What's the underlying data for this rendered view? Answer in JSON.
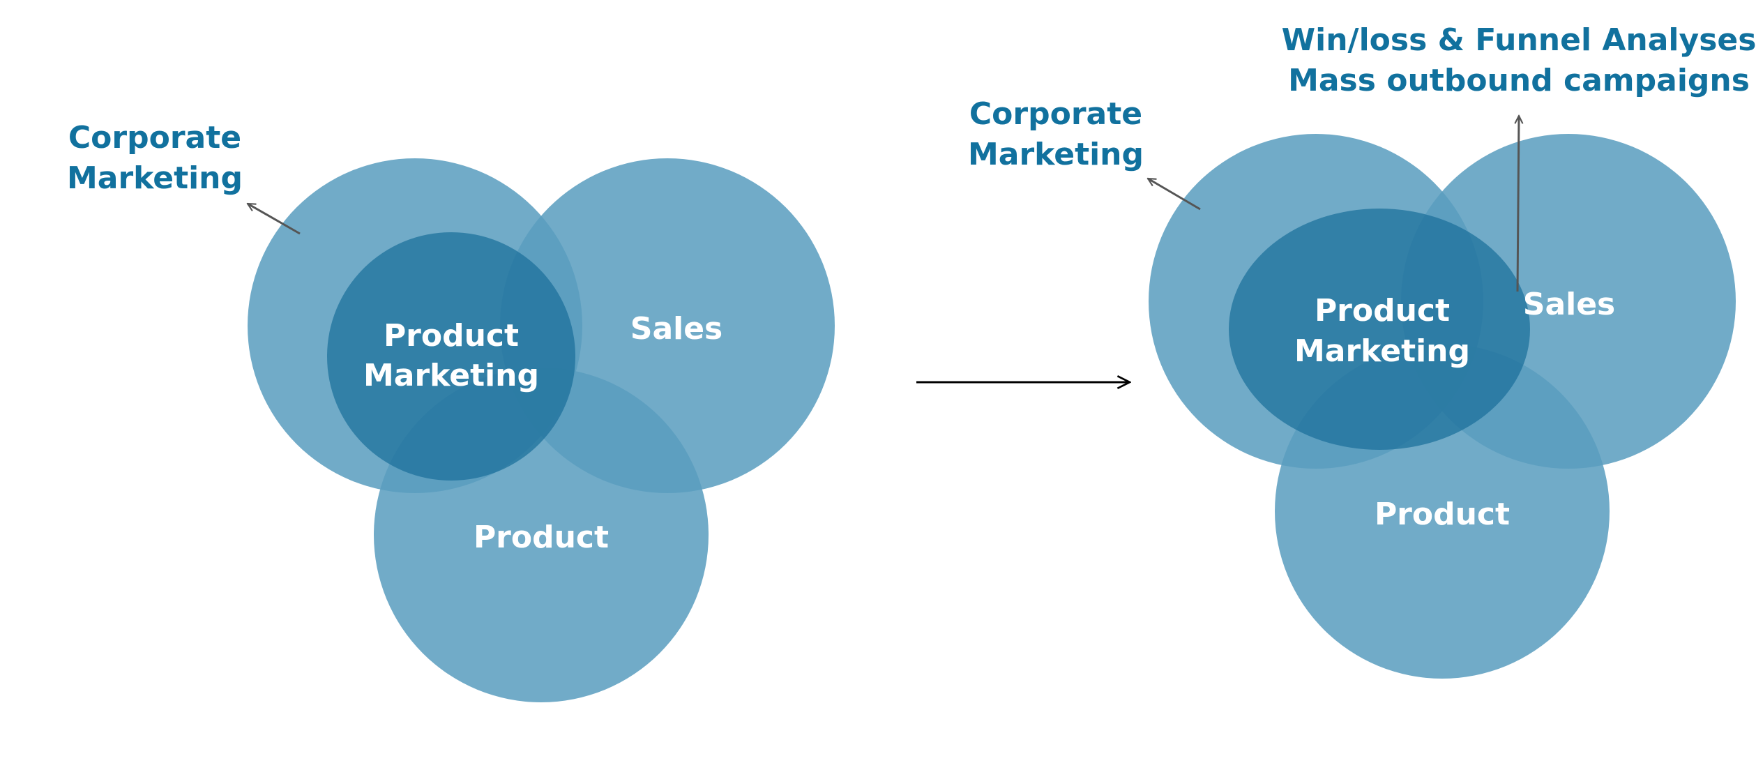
{
  "colors": {
    "circle_fill": "#5a9dbf",
    "inner_fill": "#1a6f9a",
    "label_text": "#ffffff",
    "accent_text": "#11719e",
    "pointer_arrow": "#555555",
    "transition_arrow": "#000000"
  },
  "before": {
    "circles": {
      "corporate": "",
      "sales": "Sales",
      "product": "Product",
      "product_marketing_line1": "Product",
      "product_marketing_line2": "Marketing"
    },
    "callout": {
      "line1": "Corporate",
      "line2": "Marketing"
    }
  },
  "after": {
    "circles": {
      "corporate": "",
      "sales": "Sales",
      "product": "Product",
      "product_marketing_line1": "Product",
      "product_marketing_line2": "Marketing"
    },
    "callout_corporate": {
      "line1": "Corporate",
      "line2": "Marketing"
    },
    "callout_sales": {
      "line1": "Win/loss & Funnel Analyses",
      "line2": "Mass outbound campaigns"
    }
  },
  "transition": {
    "icon": "arrow-right-icon"
  }
}
